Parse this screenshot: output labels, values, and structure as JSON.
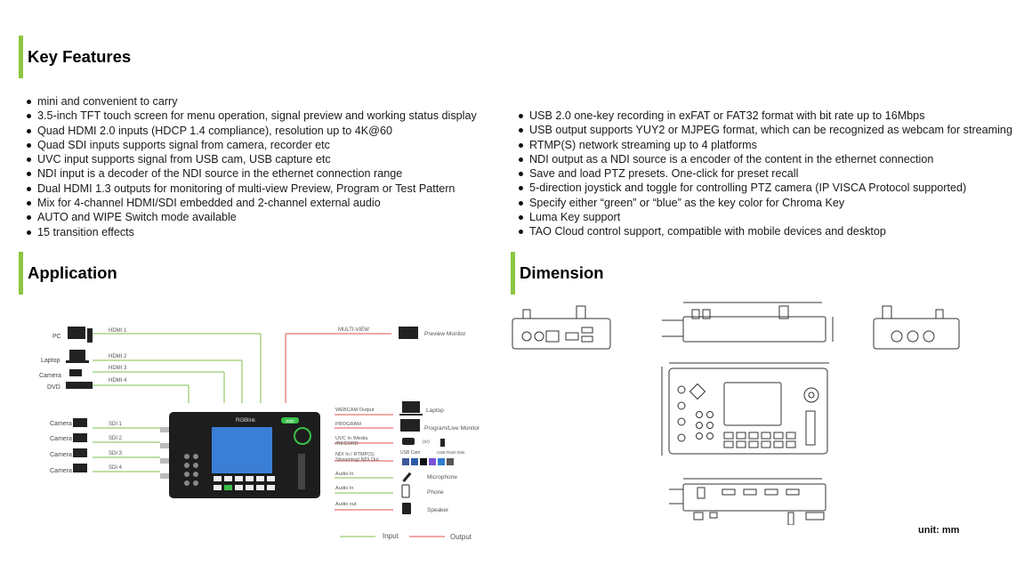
{
  "sections": {
    "key_features": "Key Features",
    "application": "Application",
    "dimension": "Dimension"
  },
  "features_left": [
    "mini and convenient to carry",
    "3.5-inch TFT touch screen for menu operation, signal preview and working status display",
    "Quad HDMI 2.0 inputs (HDCP 1.4 compliance), resolution up to 4K@60",
    "Quad SDI inputs supports signal from camera, recorder etc",
    "UVC input supports signal from USB cam, USB capture etc",
    "NDI input is a decoder of the NDI source in the ethernet connection range",
    "Dual HDMI 1.3 outputs for monitoring of multi-view Preview, Program or Test Pattern",
    "Mix for 4-channel HDMI/SDI embedded and 2-channel external audio",
    "AUTO and WIPE Switch mode available",
    "15 transition effects"
  ],
  "features_right": [
    "USB 2.0 one-key recording in exFAT or FAT32 format with bit rate up to 16Mbps",
    "USB output supports YUY2 or MJPEG format, which can be recognized as webcam for streaming",
    "RTMP(S) network streaming up to 4 platforms",
    "NDI output as a NDI source is a encoder of the content in the ethernet connection",
    "Save and load PTZ presets. One-click for preset recall",
    "5-direction joystick and toggle for controlling PTZ camera (IP VISCA Protocol supported)",
    "Specify either “green” or “blue” as the key color for Chroma Key",
    "Luma Key support",
    "TAO Cloud control support, compatible with mobile devices and desktop"
  ],
  "application": {
    "sources": {
      "pc": "PC",
      "laptop": "Laptop",
      "camera": "Camera",
      "dvd": "DVD",
      "sdi_cameras": [
        "Camera",
        "Camera",
        "Camera",
        "Camera"
      ]
    },
    "hdmi_lines": [
      "HDMI 1",
      "HDMI 2",
      "HDMI 3",
      "HDMI 4"
    ],
    "sdi_lines": [
      "SDI 1",
      "SDI 2",
      "SDI 3",
      "SDI 4"
    ],
    "multiview": "MULTI-VIEW",
    "preview_monitor": "Preview Monitor",
    "outputs": {
      "webcam_output": "WEBCAM Output",
      "laptop": "Laptop",
      "program": "PROGRAM",
      "program_monitor": "Program/Live Monitor",
      "uvc_line1": "UVC In /Media",
      "uvc_line2": "/RECORD",
      "or": "(or)",
      "usb_cam": "USB Cam",
      "usb_flash": "USB Flash Disk",
      "ndi_line1": "NDI In / RTMP(S)",
      "ndi_line2": "Streaming/ NDI Out",
      "audio_in_1": "Audio In",
      "microphone": "Microphone",
      "audio_in_2": "Audio In",
      "phone": "Phone",
      "audio_out": "Audio out",
      "speaker": "Speaker"
    },
    "device_brand": "RGBlink",
    "device_model_badge": "mini",
    "legend": {
      "input": "Input",
      "output": "Output"
    },
    "colors": {
      "input_line": "#7cbf4a",
      "output_line": "#e0504f"
    }
  },
  "dimension": {
    "unit": "unit: mm"
  }
}
